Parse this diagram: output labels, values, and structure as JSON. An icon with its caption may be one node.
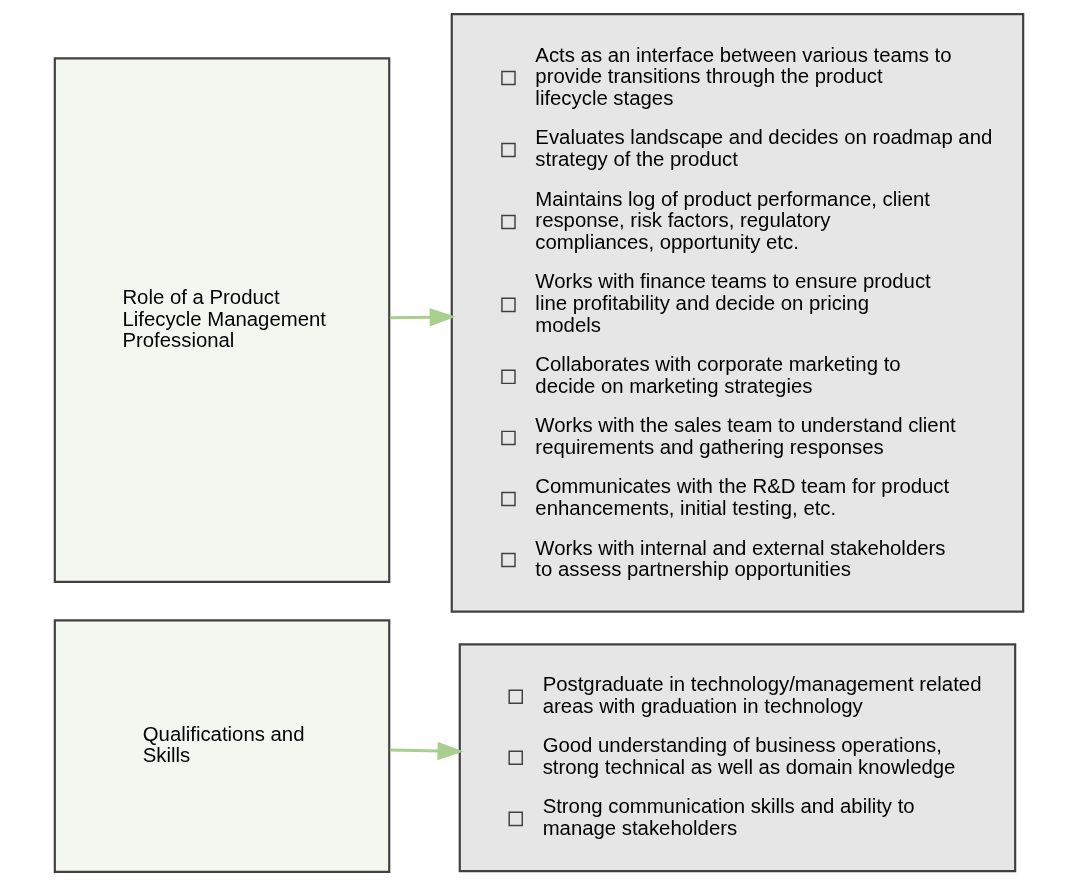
{
  "diagram": {
    "nodes": [
      {
        "text": [
          "Role of a Product Lifecycle Management Professional"
        ]
      },
      {
        "text": [
          "Acts as an interface between various teams to provide transitions through the product lifecycle stages",
          "Evaluates landscape and decides on roadmap and strategy of the product",
          "Maintains log of product performance, client response, risk factors, regulatory compliances, opportunity etc.",
          "Works with finance teams to ensure product line profitability and decide on pricing models",
          "Collaborates with corporate marketing to decide on marketing strategies",
          "Works with the sales team to understand client requirements and gathering responses",
          "Communicates with the R&D team for product enhancements, initial testing, etc.",
          "Works with internal and external stakeholders to assess partnership opportunities"
        ]
      },
      {
        "text": [
          "Qualifications and Skills"
        ]
      },
      {
        "text": [
          "Postgraduate in technology/management related areas with graduation in technology",
          "Good understanding of business operations, strong technical as well as domain knowledge",
          "Strong communication skills and ability to manage stakeholders"
        ]
      }
    ],
    "edges": [
      {
        "from": 0,
        "to": 1,
        "arrow": "to"
      },
      {
        "from": 2,
        "to": 3,
        "arrow": "to"
      }
    ]
  }
}
